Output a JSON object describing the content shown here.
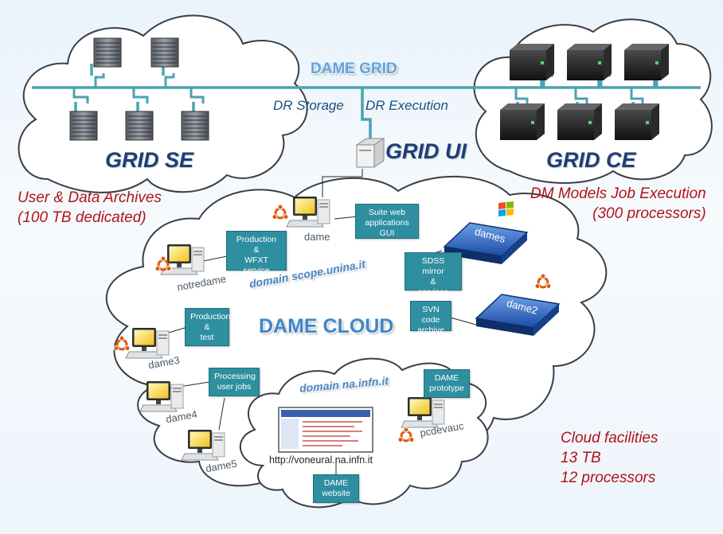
{
  "grid": {
    "title": "DAME GRID",
    "dr_storage": "DR Storage",
    "dr_execution": "DR Execution",
    "grid_se": "GRID SE",
    "grid_ui": "GRID UI",
    "grid_ce": "GRID CE"
  },
  "notes": {
    "left": "User & Data Archives\n(100 TB dedicated)",
    "right": "DM Models Job Execution\n(300 processors)",
    "cloud_facilities": "Cloud facilities\n13 TB\n12 processors"
  },
  "cloud": {
    "title": "DAME CLOUD",
    "domain_scope": "domain scope.unina.it",
    "domain_infn": "domain na.infn.it",
    "url": "http://voneural.na.infn.it"
  },
  "hosts": {
    "dame": "dame",
    "notredame": "notredame",
    "dame3": "dame3",
    "dame4": "dame4",
    "dame5": "dame5",
    "pcdevauc": "pcdevauc",
    "dames": "dames",
    "dame2": "dame2"
  },
  "boxes": {
    "suite": "Suite web\napplications\nGUI",
    "production_wfxt": "Production\n&\nWFXT service",
    "sdss": "SDSS mirror\n&\nservices",
    "svn": "SVN code\narchive",
    "production_test": "Production\n&\ntest",
    "processing": "Processing\nuser jobs",
    "prototype": "DAME\nprototype",
    "website": "DAME\nwebsite"
  },
  "colors": {
    "bus": "#4aa3b4",
    "note_red": "#b3121b",
    "box_teal": "#2e8fa0",
    "title_blue": "#1d3e78"
  },
  "icons": [
    "cloud-icon",
    "server-rack-icon",
    "workstation-icon",
    "ubuntu-logo-icon",
    "windows-logo-icon",
    "rack-server-icon",
    "web-page-thumbnail-icon"
  ]
}
